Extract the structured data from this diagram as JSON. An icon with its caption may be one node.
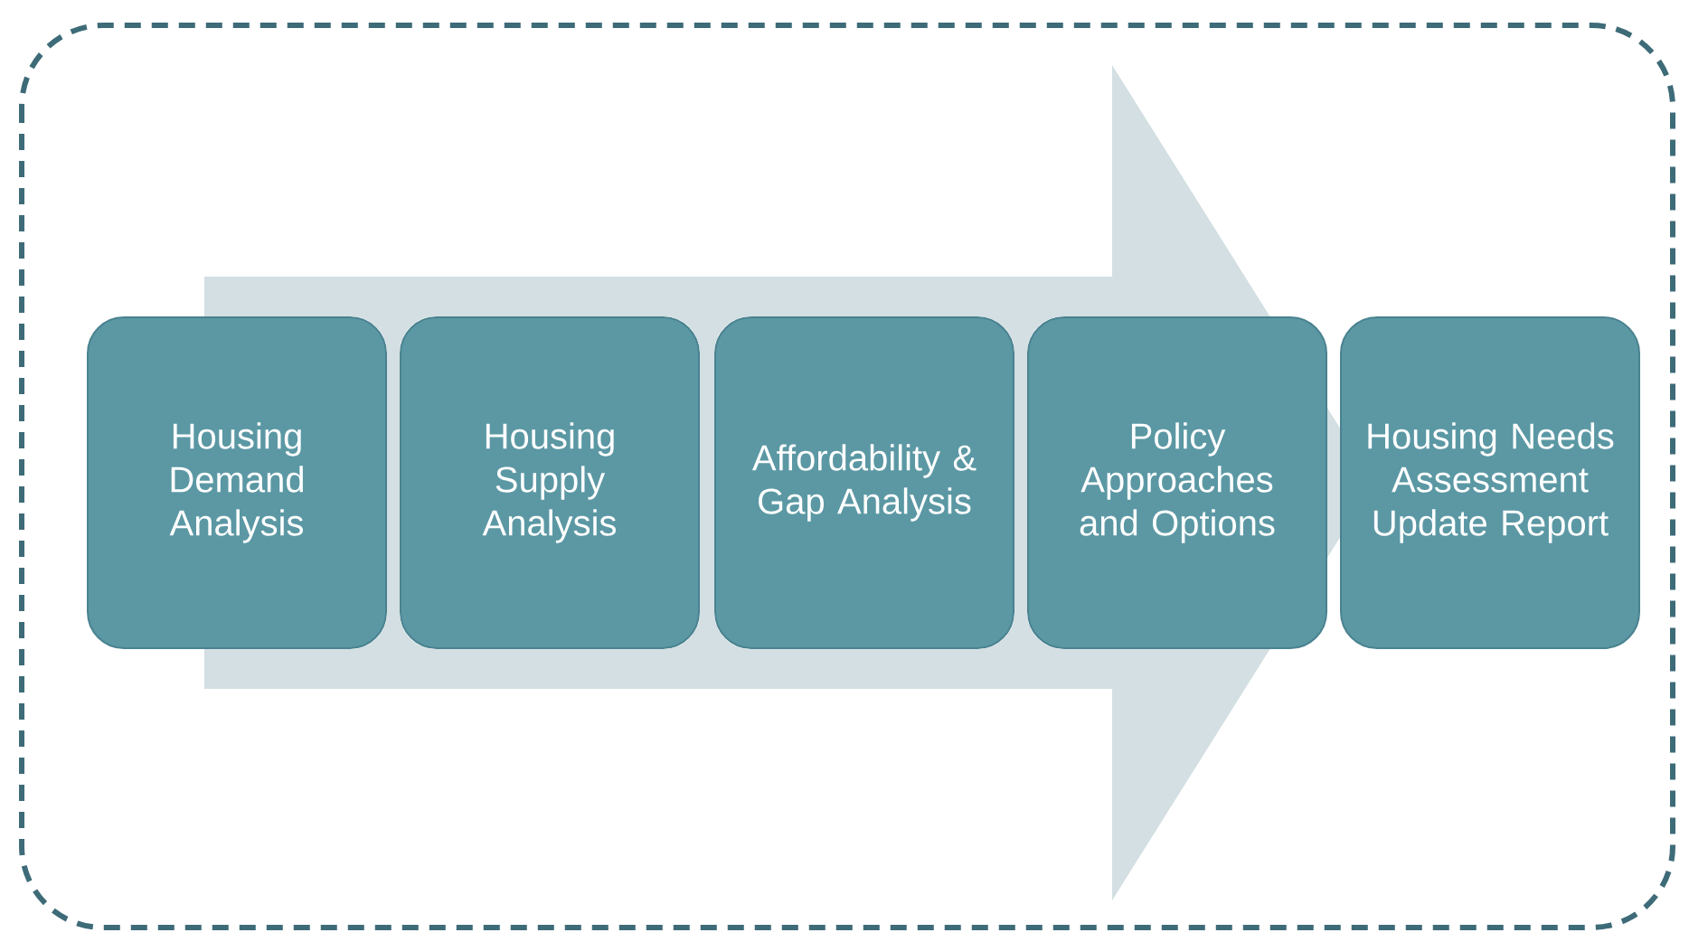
{
  "diagram": {
    "nodes": [
      {
        "text": [
          "Housing Demand Analysis"
        ]
      },
      {
        "text": [
          "Housing Supply Analysis"
        ]
      },
      {
        "text": [
          "Affordability & Gap Analysis"
        ]
      },
      {
        "text": [
          "Policy Approaches and Options"
        ]
      },
      {
        "text": [
          "Housing Needs Assessment Update Report"
        ]
      }
    ],
    "edges": [
      {
        "from": 0,
        "to": 4,
        "arrow": "to"
      }
    ]
  }
}
